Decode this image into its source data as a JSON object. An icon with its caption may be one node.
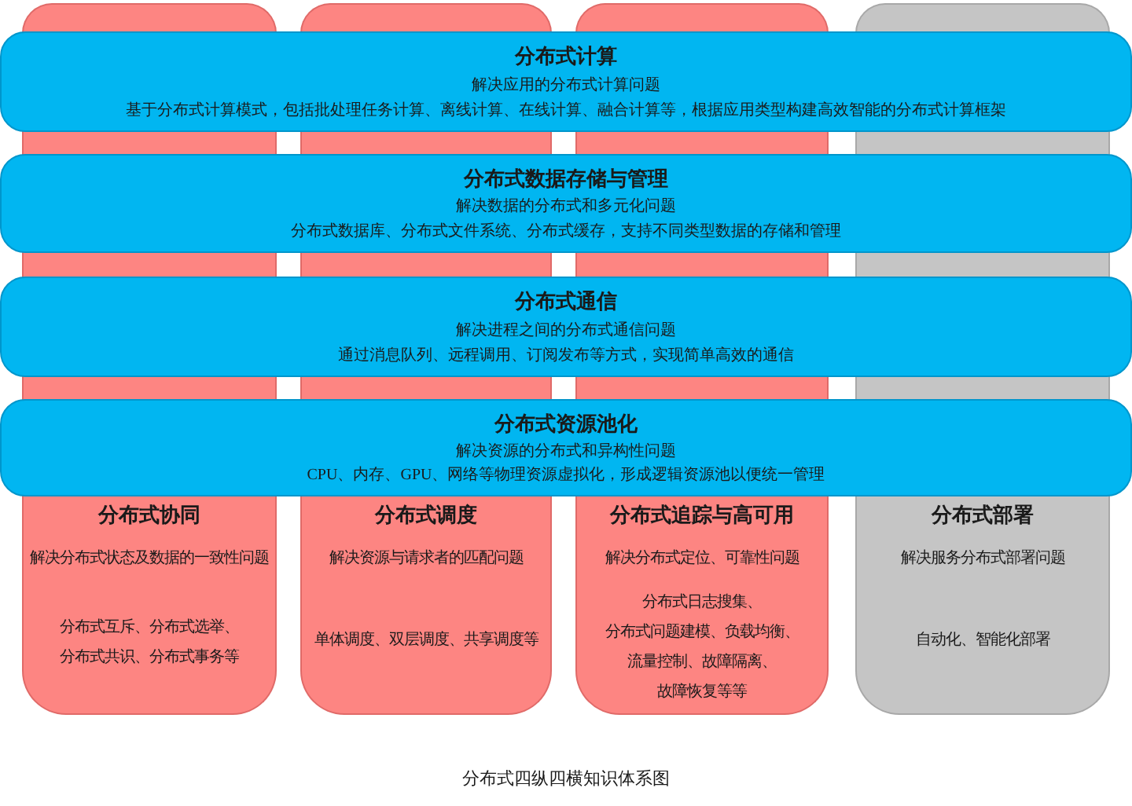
{
  "diagram": {
    "caption": "分布式四纵四横知识体系图",
    "nodes": [
      {
        "text": [
          "分布式协同",
          "解决分布式状态及数据的一致性问题",
          "分布式互斥、分布式选举、分布式共识、分布式事务等"
        ]
      },
      {
        "text": [
          "分布式调度",
          "解决资源与请求者的匹配问题",
          "单体调度、双层调度、共享调度等"
        ]
      },
      {
        "text": [
          "分布式追踪与高可用",
          "解决分布式定位、可靠性问题",
          "分布式日志搜集、分布式问题建模、负载均衡、流量控制、故障隔离、故障恢复等等"
        ]
      },
      {
        "text": [
          "分布式部署",
          "解决服务分布式部署问题",
          "自动化、智能化部署"
        ]
      },
      {
        "text": [
          "分布式计算",
          "解决应用的分布式计算问题",
          "基于分布式计算模式，包括批处理任务计算、离线计算、在线计算、融合计算等，根据应用类型构建高效智能的分布式计算框架"
        ]
      },
      {
        "text": [
          "分布式数据存储与管理",
          "解决数据的分布式和多元化问题",
          "分布式数据库、分布式文件系统、分布式缓存，支持不同类型数据的存储和管理"
        ]
      },
      {
        "text": [
          "分布式通信",
          "解决进程之间的分布式通信问题",
          "通过消息队列、远程调用、订阅发布等方式，实现简单高效的通信"
        ]
      },
      {
        "text": [
          "分布式资源池化",
          "解决资源的分布式和异构性问题",
          "CPU、内存、GPU、网络等物理资源虚拟化，形成逻辑资源池以便统一管理"
        ]
      },
      {
        "text": [],
        "shape": "bar"
      },
      {
        "text": [],
        "shape": "bar"
      },
      {
        "text": [],
        "shape": "bar"
      },
      {
        "text": [],
        "shape": "bar"
      },
      {
        "text": [],
        "shape": "bar"
      },
      {
        "text": [],
        "shape": "bar"
      },
      {
        "text": [],
        "shape": "bar"
      },
      {
        "text": [],
        "shape": "bar"
      },
      {
        "text": [],
        "shape": "bar"
      },
      {
        "text": [],
        "shape": "bar"
      },
      {
        "text": [],
        "shape": "bar"
      },
      {
        "text": [],
        "shape": "bar"
      },
      {
        "text": [],
        "shape": "bar"
      },
      {
        "text": [],
        "shape": "bar"
      },
      {
        "text": [],
        "shape": "bar"
      },
      {
        "text": [],
        "shape": "bar"
      }
    ]
  }
}
